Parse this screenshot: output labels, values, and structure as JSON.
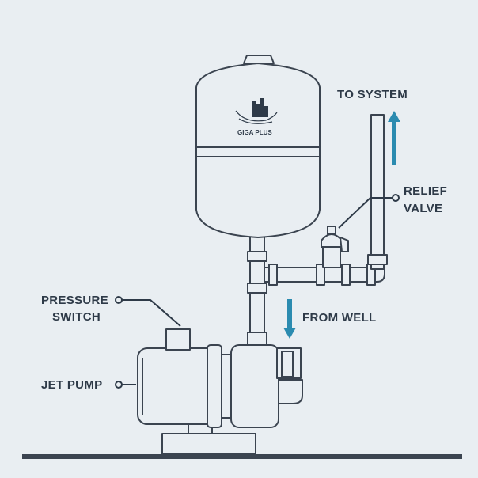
{
  "brand": {
    "name": "GIGA PLUS"
  },
  "labels": {
    "to_system": "TO SYSTEM",
    "relief_line1": "RELIEF",
    "relief_line2": "VALVE",
    "pressure_line1": "PRESSURE",
    "pressure_line2": "SWITCH",
    "from_well": "FROM WELL",
    "jet_pump": "JET PUMP"
  },
  "colors": {
    "background": "#e9eef2",
    "outline": "#3b4450",
    "fill": "#e9eef2",
    "arrow": "#2b8bb0",
    "ground": "#3b4450"
  },
  "icons": {
    "logo": "giga-plus-logo-icon",
    "up_arrow": "up-arrow-icon",
    "down_arrow": "down-arrow-icon"
  }
}
